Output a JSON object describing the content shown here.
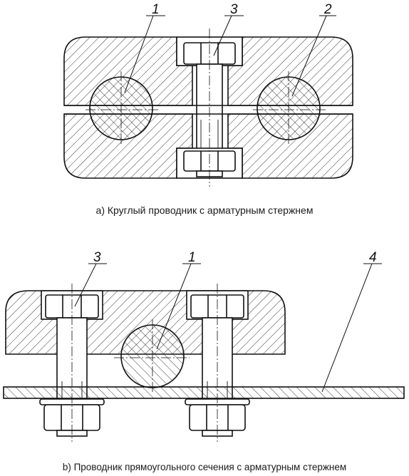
{
  "diagram_a": {
    "caption": "a) Круглый проводник с арматурным стержнем",
    "labels": [
      "1",
      "3",
      "2"
    ]
  },
  "diagram_b": {
    "caption": "b) Проводник прямоугольного сечения с арматурным стержнем",
    "labels": [
      "3",
      "1",
      "4"
    ]
  },
  "colors": {
    "line": "#111111",
    "background": "#ffffff"
  }
}
